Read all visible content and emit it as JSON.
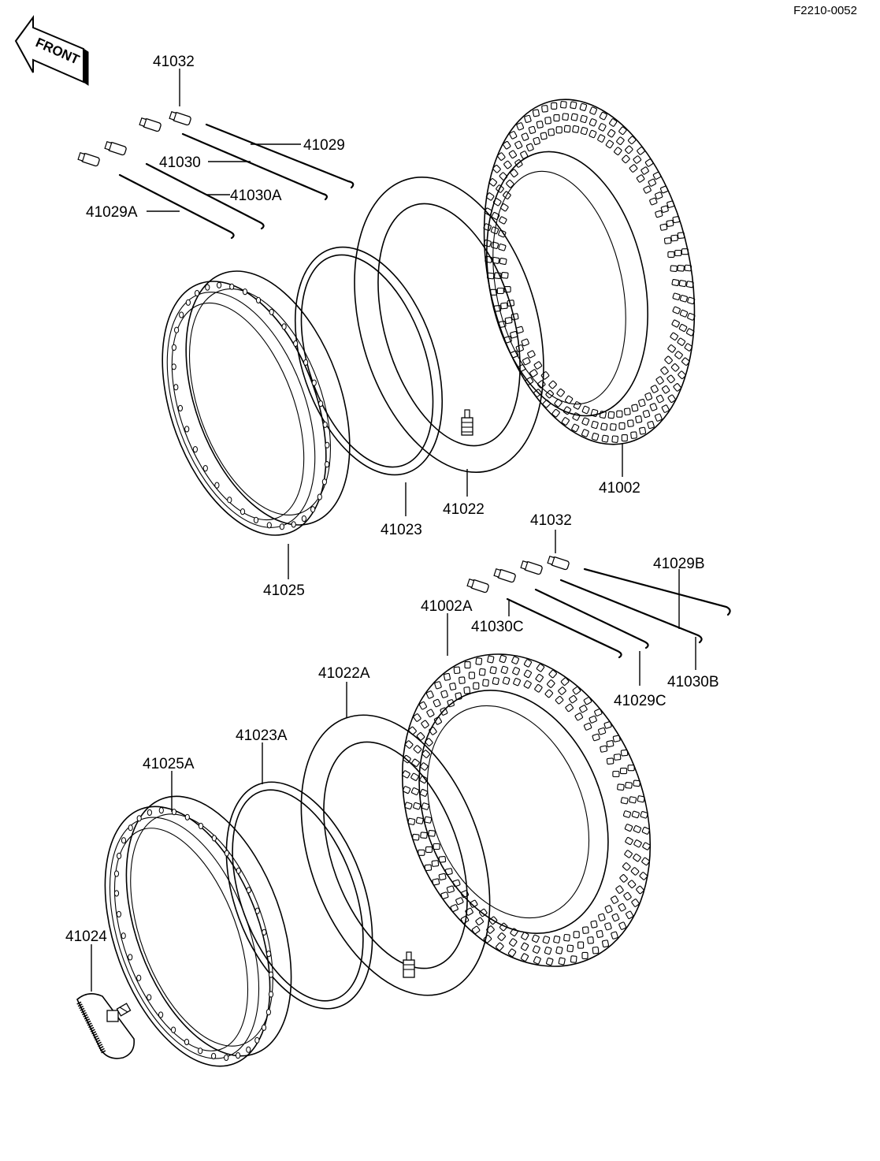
{
  "diagram_code": "F2210-0052",
  "front_label": "FRONT",
  "labels": {
    "l41032a": "41032",
    "l41029": "41029",
    "l41030": "41030",
    "l41030A": "41030A",
    "l41029A": "41029A",
    "l41002": "41002",
    "l41022": "41022",
    "l41023": "41023",
    "l41025": "41025",
    "l41032b": "41032",
    "l41029B": "41029B",
    "l41002A": "41002A",
    "l41030C": "41030C",
    "l41030B": "41030B",
    "l41029C": "41029C",
    "l41022A": "41022A",
    "l41023A": "41023A",
    "l41025A": "41025A",
    "l41024": "41024"
  }
}
